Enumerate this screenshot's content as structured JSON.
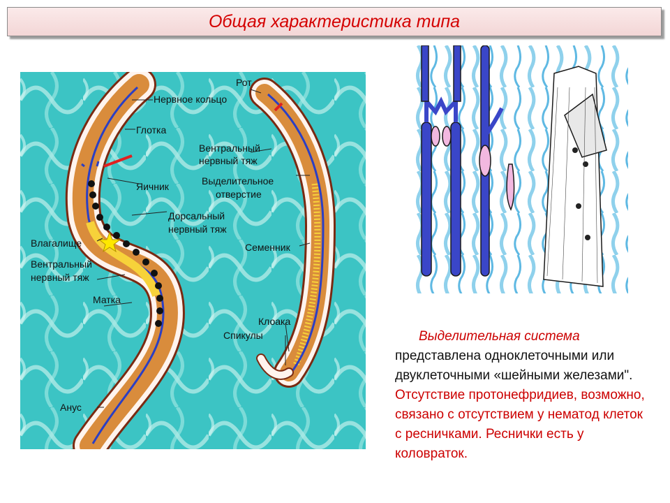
{
  "slide": {
    "title": "Общая характеристика типа"
  },
  "labels": {
    "rot": "Рот",
    "nervnoe_koltso": "Нервное кольцо",
    "glotka": "Глотка",
    "ventr_tyazh_right_1": "Вентральный",
    "ventr_tyazh_right_2": "нервный тяж",
    "yaichnik": "Яичник",
    "vydel_otv_1": "Выделительное",
    "vydel_otv_2": "отверстие",
    "dors_tyazh_1": "Дорсальный",
    "dors_tyazh_2": "нервный тяж",
    "vlagalische": "Влагалище",
    "semennik": "Семенник",
    "ventr_tyazh_left_1": "Вентральный",
    "ventr_tyazh_left_2": "нервный тяж",
    "matka": "Матка",
    "kloaka": "Клоака",
    "spikuly": "Спикулы",
    "anus": "Анус"
  },
  "description": {
    "heading": "Выделительная система",
    "text_black": "представлена одноклеточными или двуклеточными «шейными железами\".",
    "text_red": "Отсутствие протонефридиев, возможно, связано с отсутствием у нематод клеток с ресничками. Реснички есть у коловраток."
  },
  "colors": {
    "title_text": "#d40000",
    "accent_red": "#cc0000",
    "background_teal": "#39c3c3",
    "worm_body": "#d98c3c",
    "nerve_blue": "#2b3fc4"
  }
}
